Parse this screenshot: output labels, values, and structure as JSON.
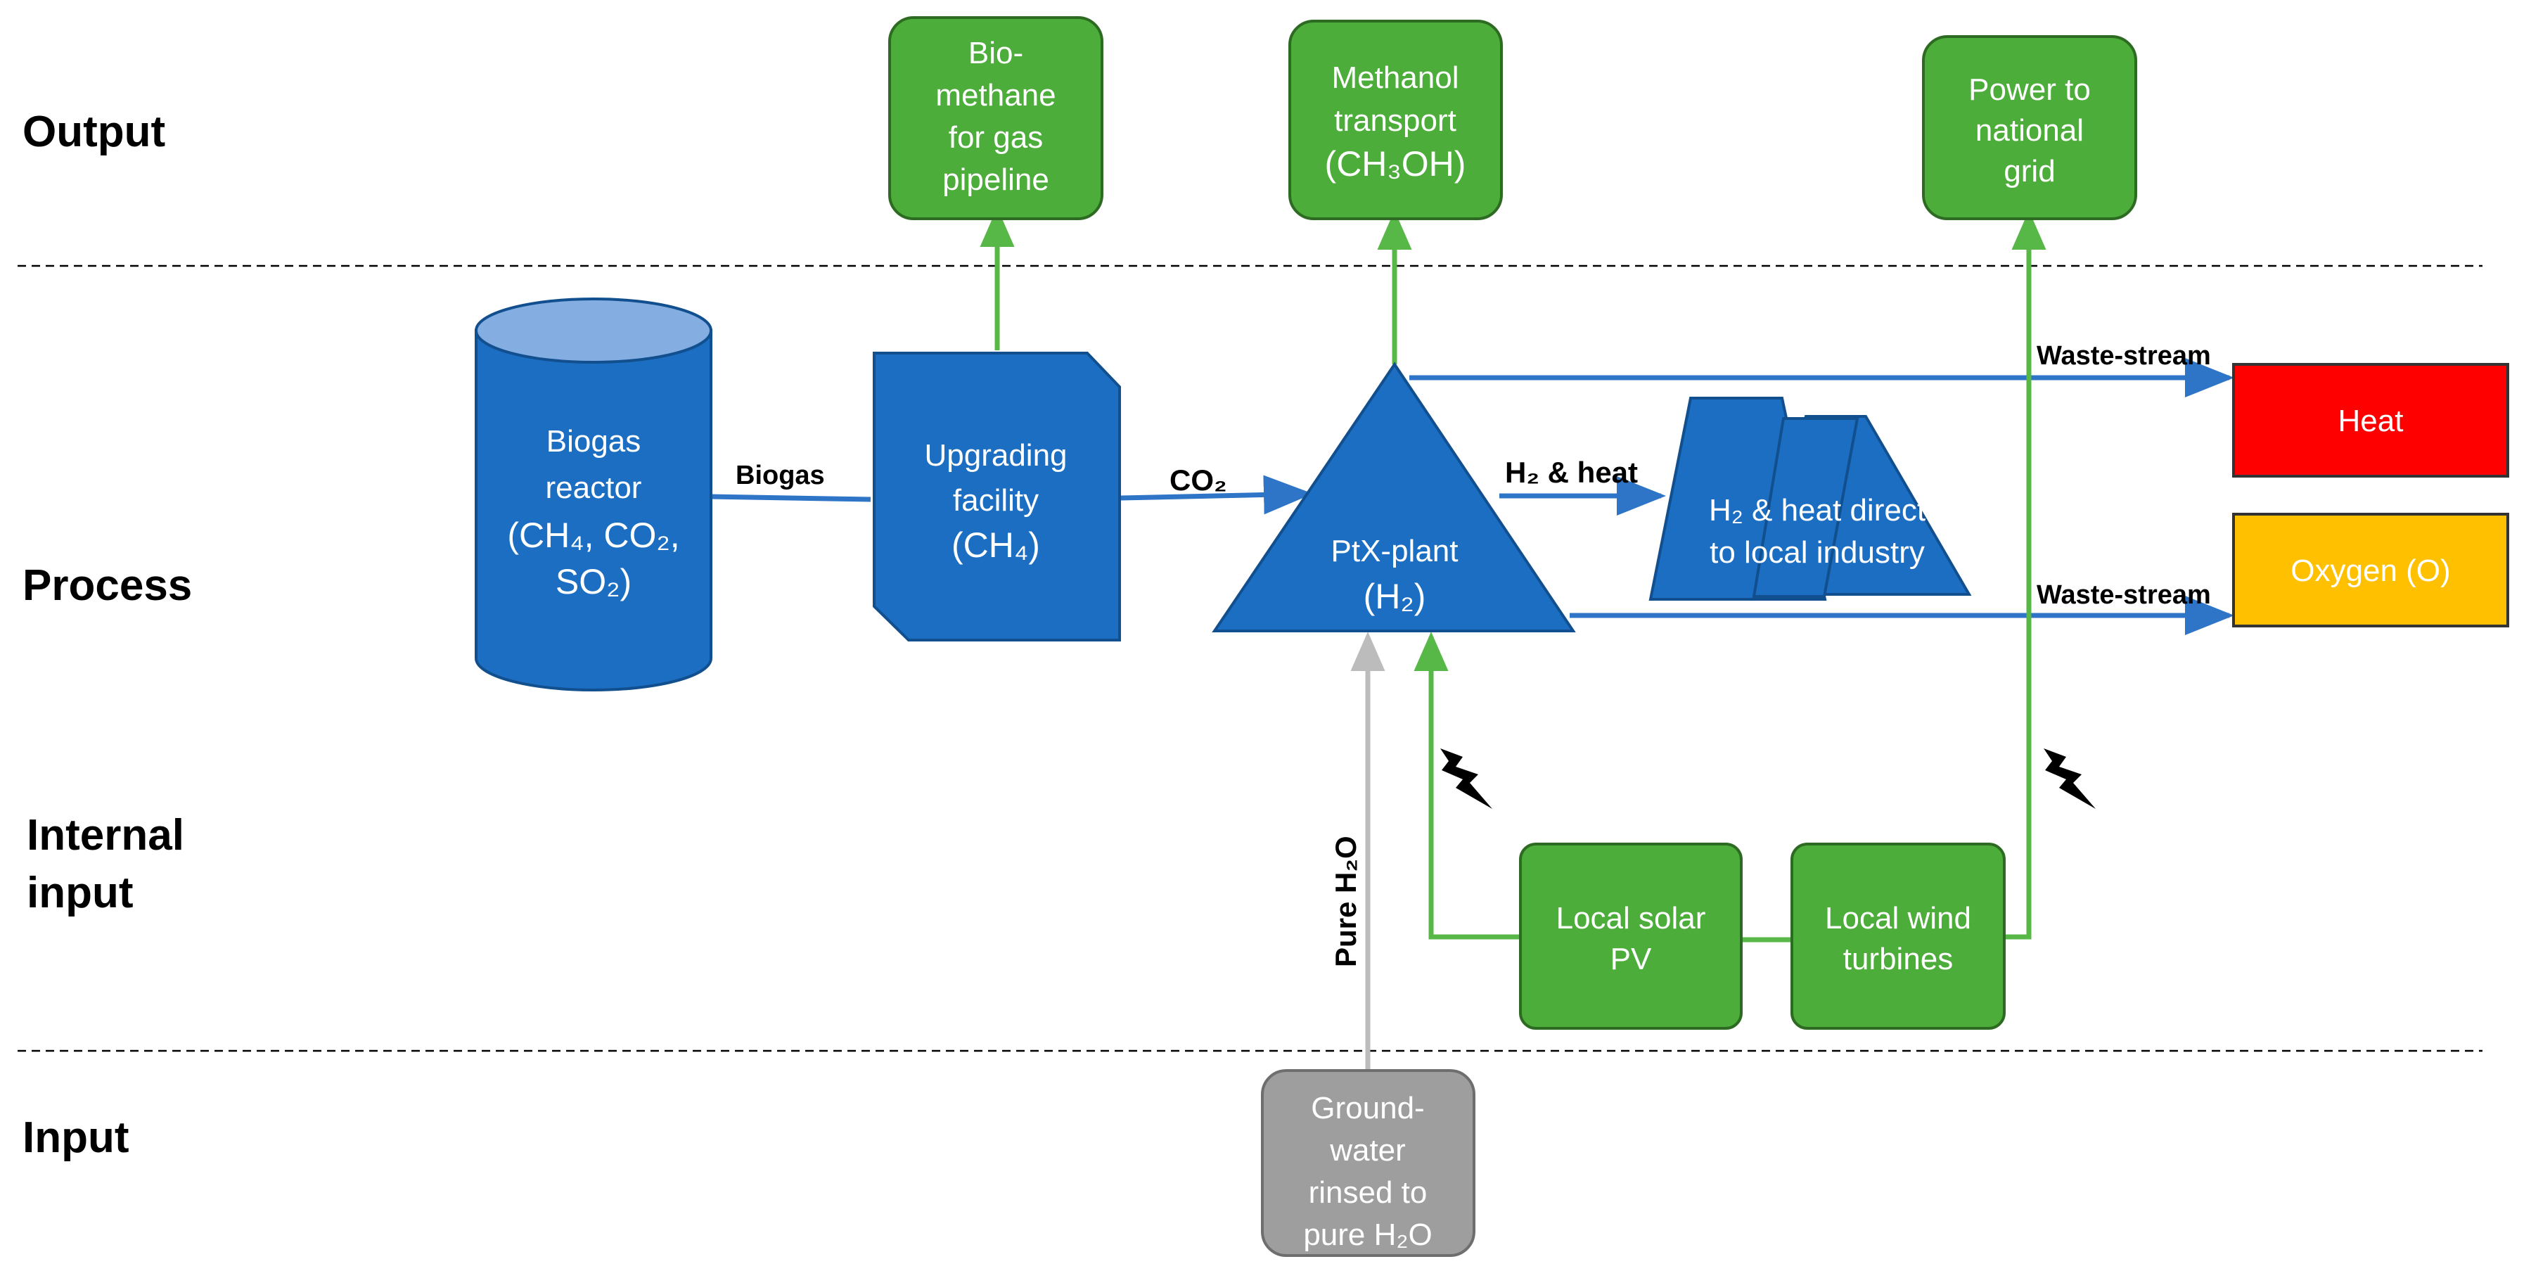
{
  "lanes": {
    "output": "Output",
    "process": "Process",
    "internal_line1": "Internal",
    "internal_line2": "input",
    "input": "Input"
  },
  "nodes": {
    "biomethane": [
      "Bio-",
      "methane",
      "for gas",
      "pipeline"
    ],
    "methanol": [
      "Methanol",
      "transport",
      "(CH₃OH)"
    ],
    "power_grid": [
      "Power to",
      "national",
      "grid"
    ],
    "biogas_reactor": [
      "Biogas",
      "reactor",
      "(CH₄, CO₂,",
      "SO₂)"
    ],
    "upgrading": [
      "Upgrading",
      "facility",
      "(CH₄)"
    ],
    "ptx_plant": [
      "PtX-plant",
      "(H₂)"
    ],
    "local_industry": [
      "H₂ & heat direct",
      "to local industry"
    ],
    "heat": "Heat",
    "oxygen": "Oxygen (O)",
    "solar_pv": [
      "Local solar",
      "PV"
    ],
    "wind": [
      "Local wind",
      "turbines"
    ],
    "groundwater": [
      "Ground-",
      "water",
      "rinsed to",
      "pure H₂O"
    ]
  },
  "edges": {
    "biogas": "Biogas",
    "co2": "CO₂",
    "h2_heat": "H₂ & heat",
    "waste_stream_heat": "Waste-stream",
    "waste_stream_oxygen": "Waste-stream",
    "pure_h2o": "Pure H₂O"
  },
  "colors": {
    "green": "#4cad3a",
    "green_border": "#2d6b22",
    "blue": "#1b6ec2",
    "blue_border": "#124f8e",
    "red": "#ff0000",
    "amber": "#ffc000",
    "gray": "#9e9e9e",
    "arrow_blue": "#2e75c8",
    "arrow_green": "#57b847",
    "arrow_gray": "#bcbcbc"
  },
  "icons": {
    "lightning_1": "lightning-bolt-icon",
    "lightning_2": "lightning-bolt-icon"
  }
}
